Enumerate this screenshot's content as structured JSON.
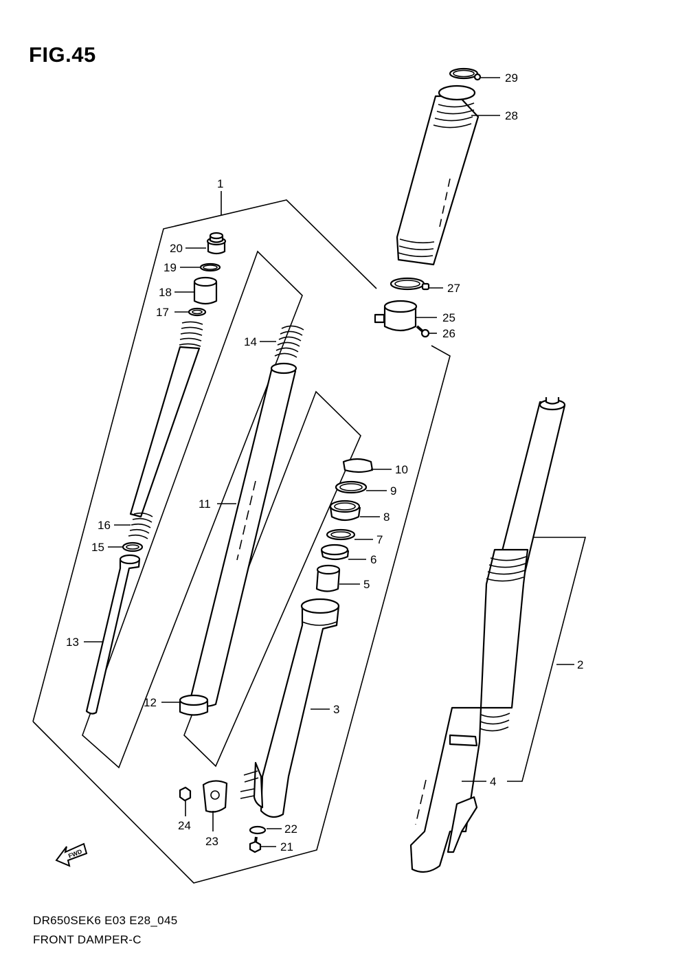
{
  "figure": {
    "title": "FIG.45",
    "model_code": "DR650SEK6 E03 E28_045",
    "caption": "FRONT DAMPER-C",
    "fwd_label": "FWD"
  },
  "callouts": {
    "c1": "1",
    "c2": "2",
    "c3": "3",
    "c4": "4",
    "c5": "5",
    "c6": "6",
    "c7": "7",
    "c8": "8",
    "c9": "9",
    "c10": "10",
    "c11": "11",
    "c12": "12",
    "c13": "13",
    "c14": "14",
    "c15": "15",
    "c16": "16",
    "c17": "17",
    "c18": "18",
    "c19": "19",
    "c20": "20",
    "c21": "21",
    "c22": "22",
    "c23": "23",
    "c24": "24",
    "c25": "25",
    "c26": "26",
    "c27": "27",
    "c28": "28",
    "c29": "29"
  }
}
